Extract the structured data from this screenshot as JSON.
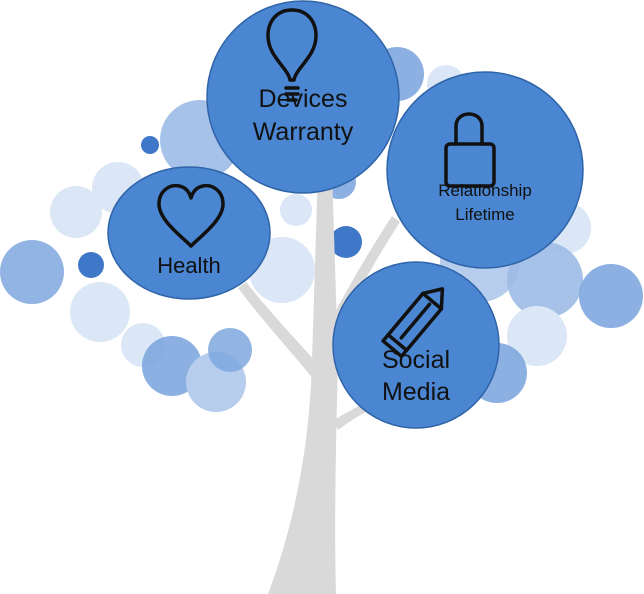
{
  "diagram": {
    "nodes": [
      {
        "id": "devices-warranty",
        "lines": [
          "Devices",
          "Warranty"
        ],
        "icon": "lightbulb-icon"
      },
      {
        "id": "relationship-lifetime",
        "lines": [
          "Relationship",
          "Lifetime"
        ],
        "icon": "lock-icon"
      },
      {
        "id": "health",
        "lines": [
          "Health"
        ],
        "icon": "heart-icon"
      },
      {
        "id": "social-media",
        "lines": [
          "Social",
          "Media"
        ],
        "icon": "pencil-icon"
      }
    ],
    "colors": {
      "node_fill": "#4a86d1",
      "node_stroke": "#2f64a8",
      "trunk": "#d9d9d9",
      "bubble_dark": "#3f78c8",
      "bubble_mid": "#7ea7de",
      "bubble_light": "#b7cdee",
      "bubble_pale": "#dbe6f6"
    }
  }
}
